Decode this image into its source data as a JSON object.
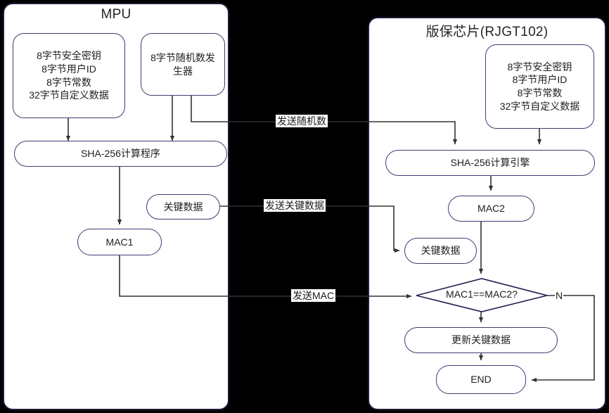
{
  "diagram": {
    "title_left": "MPU",
    "title_right": "版保芯片(RJGT102)",
    "colors": {
      "canvas": "#000000",
      "panel_fill": "#ffffff",
      "panel_stroke": "#1b1b3a",
      "node_stroke": "#3b3f72",
      "line": "#333333",
      "text": "#202020"
    }
  },
  "mpu": {
    "secret_box": "8字节安全密钥\n8字节用户ID\n8字节常数\n32字节自定义数据",
    "rng_box": "8字节随机数发\n生器",
    "sha_box": "SHA-256计算程序",
    "key_data_box": "关键数据",
    "mac1_box": "MAC1"
  },
  "chip": {
    "secret_box": "8字节安全密钥\n8字节用户ID\n8字节常数\n32字节自定义数据",
    "sha_box": "SHA-256计算引擎",
    "mac2_box": "MAC2",
    "key_data_box": "关键数据",
    "decision": "MAC1==MAC2?",
    "decision_no_label": "N",
    "update_box": "更新关键数据",
    "end_box": "END"
  },
  "edges": {
    "send_random": "发送随机数",
    "send_key_data": "发送关键数据",
    "send_mac": "发送MAC"
  }
}
